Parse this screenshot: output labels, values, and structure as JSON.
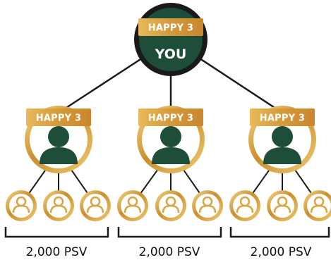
{
  "top": {
    "badge": "HAPPY 3",
    "label": "YOU"
  },
  "branches": [
    {
      "badge": "HAPPY 3",
      "volume": "2,000 PSV"
    },
    {
      "badge": "HAPPY 3",
      "volume": "2,000 PSV"
    },
    {
      "badge": "HAPPY 3",
      "volume": "2,000 PSV"
    }
  ],
  "colors": {
    "dark_green": "#1e4d3a",
    "gold": "#d9a441",
    "gold_light": "#f2cf7a",
    "badge": "#dba246",
    "line": "#1a1a1a"
  },
  "icons": {
    "member": "person-icon",
    "leaf": "person-outline-icon"
  }
}
